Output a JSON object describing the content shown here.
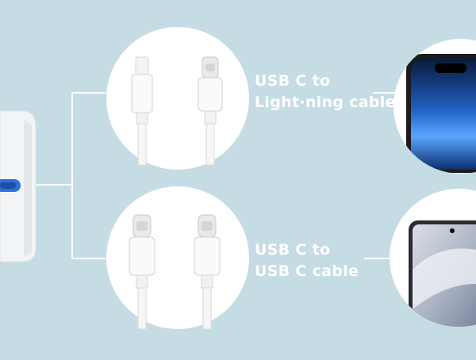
{
  "cables": [
    {
      "line1": "USB C to",
      "line2": "Light·ning cable"
    },
    {
      "line1": "USB C to",
      "line2": "USB C cable"
    }
  ],
  "colors": {
    "background": "#c5dce5",
    "circle": "#ffffff",
    "connector_line": "#ffffff",
    "label_text": "#ffffff",
    "charger_port": "#2d6fd8"
  },
  "icons": [
    "usb-c-charger-icon",
    "lightning-connector-icon",
    "usb-c-connector-icon",
    "iphone-icon",
    "android-phone-icon"
  ]
}
